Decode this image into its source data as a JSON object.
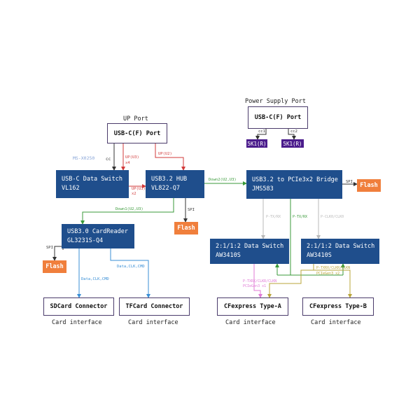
{
  "colors": {
    "block": "#1f4e8c",
    "flash": "#f07f3c",
    "resistor": "#4b1c8c",
    "link_green": "#3a9a3a",
    "link_red": "#d23a3a",
    "link_blue": "#3a8fd6",
    "link_gray": "#b8b8b8",
    "link_pink": "#e07ad6",
    "link_olive": "#b9a53a"
  },
  "headings": {
    "up_port": "UP Port",
    "power_port": "Power Supply Port"
  },
  "boxes": {
    "usbc_up": "USB-C(F) Port",
    "usbc_power": "USB-C(F) Port",
    "res1": "5K1(R)",
    "res2": "5K1(R)",
    "switch": [
      "USB-C Data Switch",
      "VL162"
    ],
    "hub": [
      "USB3.2 HUB",
      "VL822-Q7"
    ],
    "bridge": [
      "USB3.2 to PCIe3x2 Bridge",
      "JMS583"
    ],
    "reader": [
      "USB3.0 CardReader",
      "GL3231S-Q4"
    ],
    "sw_a": [
      "2:1/1:2 Data Switch",
      "AW3410S"
    ],
    "sw_b": [
      "2:1/1:2 Data Switch",
      "AW3410S"
    ],
    "flash_bridge": "Flash",
    "flash_hub": "Flash",
    "flash_reader": "Flash",
    "sd": "SDCard Connector",
    "tf": "TFCard Connector",
    "cfa": "CFexpress Type-A",
    "cfb": "CFexpress Type-B"
  },
  "captions": {
    "sd": "Card interface",
    "tf": "Card interface",
    "cfa": "Card interface",
    "cfb": "Card interface"
  },
  "links": {
    "ms": "MS-X0250",
    "cc": "cc",
    "up_u3": "UP(U3)",
    "x4": "x4",
    "up_u2_top": "UP(U2)",
    "up_u3_b": "UP(U3)",
    "x2": "x2",
    "down2": "Down2(U2,U3)",
    "down1": "Down1(U2,U3)",
    "spi_hub": "SPI",
    "spi_bridge": "SPI",
    "spi_reader": "SPI",
    "cc1": "cc1",
    "cc2": "cc2",
    "ptx_rx_gray": "P-TX/RX",
    "ptx_rx_green": "P-TX/RX",
    "pclk_gray": "P-CLK0/CLK0",
    "data_sd": "Data,CLK,CMD",
    "data_tf": "Data,CLK,CMD",
    "ptxrx_a": "P-TXRX/CLKR/CLKN",
    "pcie_a": "PCIeGen3 x1",
    "ptxrx_b": "P-TXRX/CLKR/CLKN",
    "pcie_b": "PCIeGen3 x2"
  }
}
